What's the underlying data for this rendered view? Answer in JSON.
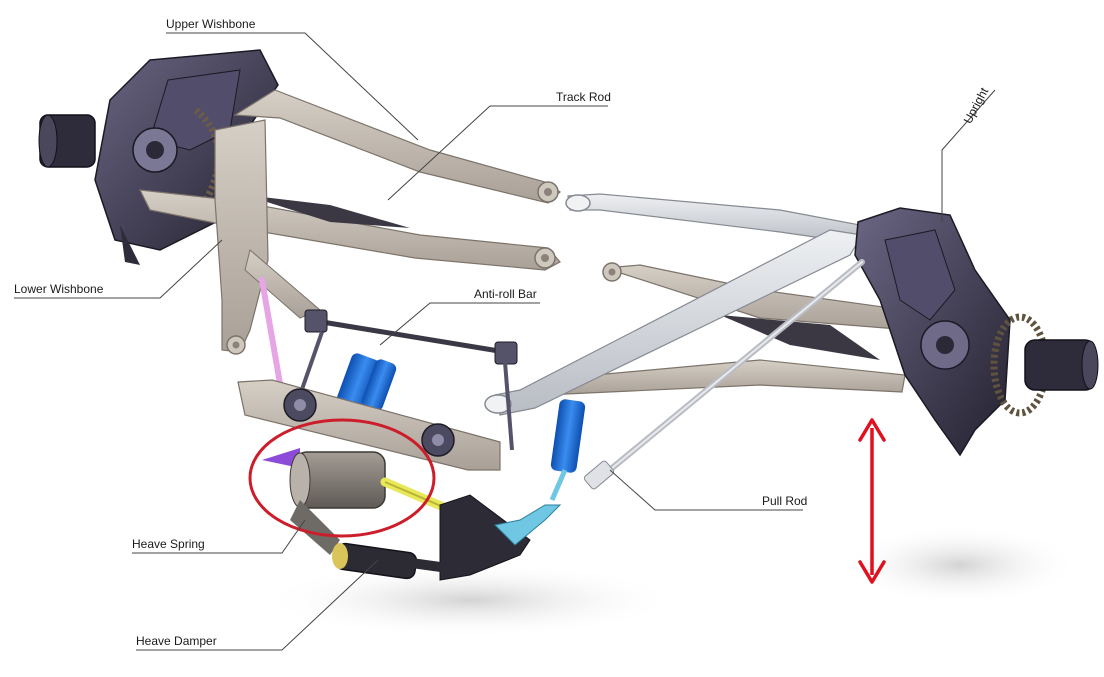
{
  "labels": {
    "upper_wishbone": "Upper Wishbone",
    "track_rod": "Track Rod",
    "upright": "Upright",
    "lower_wishbone": "Lower Wishbone",
    "anti_roll_bar": "Anti-roll Bar",
    "pull_rod": "Pull Rod",
    "heave_spring": "Heave Spring",
    "heave_damper": "Heave Damper"
  },
  "colors": {
    "wishbone_beige": "#c9c1b7",
    "track_rod_silver": "#d9dbe0",
    "upright_dark": "#3e3a52",
    "damper_blue": "#1f6fd6",
    "pull_rod_cyan": "#6fc7e3",
    "push_pink": "#e6a6e6",
    "heave_spring_yellow": "#e8e85a",
    "highlight_red": "#cc1d2a",
    "arrow_red": "#e0101e"
  },
  "annotations": {
    "circle_highlight": "heave-spring",
    "arrow": "vertical-double-arrow"
  }
}
